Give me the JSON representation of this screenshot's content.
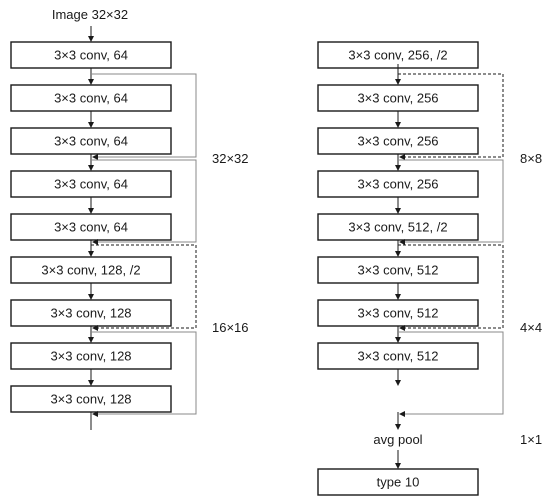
{
  "input_label": "Image 32×32",
  "left_column": [
    "3×3 conv, 64",
    "3×3 conv, 64",
    "3×3 conv, 64",
    "3×3 conv, 64",
    "3×3 conv, 64",
    "3×3 conv, 128, /2",
    "3×3 conv, 128",
    "3×3 conv, 128",
    "3×3 conv, 128"
  ],
  "right_column": [
    "3×3 conv, 256, /2",
    "3×3 conv, 256",
    "3×3 conv, 256",
    "3×3 conv, 256",
    "3×3 conv, 512, /2",
    "3×3 conv, 512",
    "3×3 conv, 512",
    "3×3 conv, 512"
  ],
  "pool_label": "avg pool",
  "output_label": "type 10",
  "size_labels": [
    "32×32",
    "16×16",
    "8×8",
    "4×4",
    "1×1"
  ]
}
